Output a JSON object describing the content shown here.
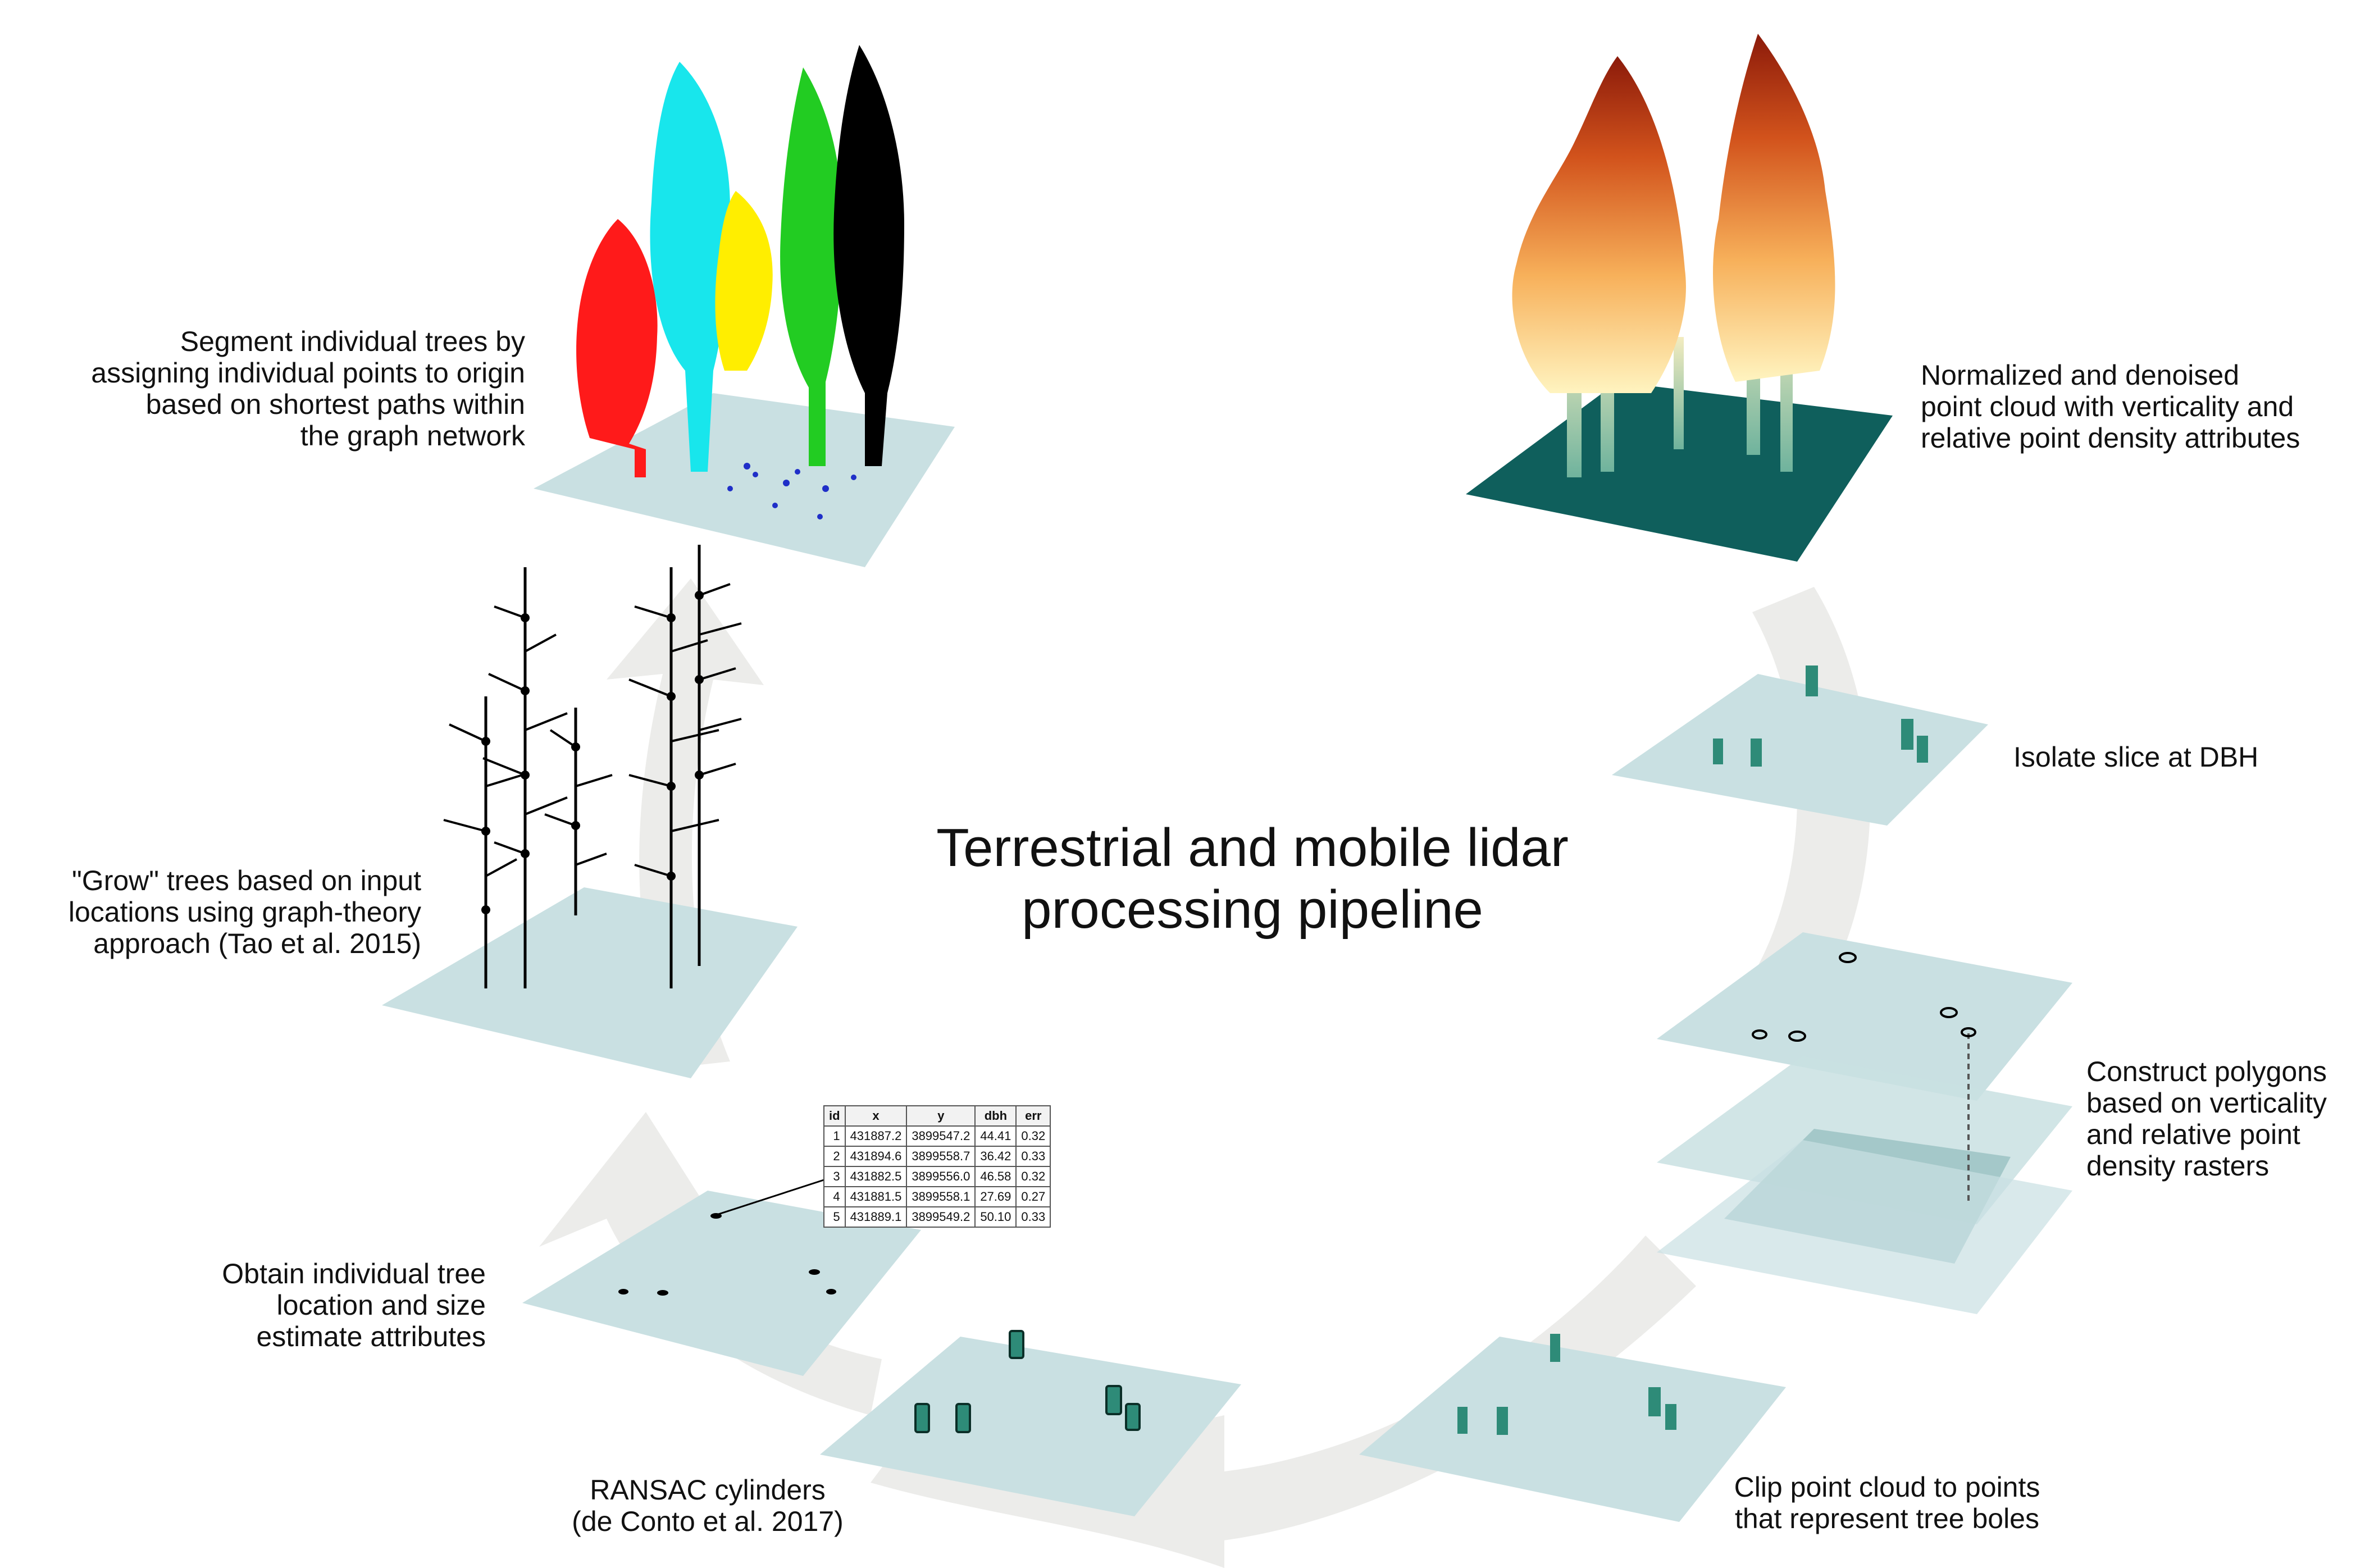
{
  "title_lines": [
    "Terrestrial and mobile lidar",
    "processing pipeline"
  ],
  "steps": [
    {
      "id": "normalize",
      "lines": [
        "Normalized and denoised",
        "point cloud with verticality and",
        "relative point density attributes"
      ]
    },
    {
      "id": "slice",
      "lines": [
        "Isolate slice at DBH"
      ]
    },
    {
      "id": "polygons",
      "lines": [
        "Construct polygons",
        "based on verticality",
        "and relative point",
        "density rasters"
      ]
    },
    {
      "id": "clip",
      "lines": [
        "Clip point cloud to points",
        "that represent tree boles"
      ]
    },
    {
      "id": "ransac",
      "lines": [
        "RANSAC cylinders",
        "(de Conto et al. 2017)"
      ]
    },
    {
      "id": "obtain",
      "lines": [
        "Obtain individual tree",
        "location and size",
        "estimate attributes"
      ]
    },
    {
      "id": "grow",
      "lines": [
        "\"Grow\" trees based on input",
        "locations using graph-theory",
        "approach (Tao et al. 2015)"
      ]
    },
    {
      "id": "segment",
      "lines": [
        "Segment individual trees by",
        "assigning individual points to origin",
        "based on shortest paths within",
        "the graph network"
      ]
    }
  ],
  "table": {
    "headers": [
      "id",
      "x",
      "y",
      "dbh",
      "err"
    ],
    "rows": [
      [
        "1",
        "431887.2",
        "3899547.2",
        "44.41",
        "0.32"
      ],
      [
        "2",
        "431894.6",
        "3899558.7",
        "36.42",
        "0.33"
      ],
      [
        "3",
        "431882.5",
        "3899556.0",
        "46.58",
        "0.32"
      ],
      [
        "4",
        "431881.5",
        "3899558.1",
        "27.69",
        "0.27"
      ],
      [
        "5",
        "431889.1",
        "3899549.2",
        "50.10",
        "0.33"
      ]
    ]
  },
  "colors": {
    "plane": "#c9e0e2",
    "plane_dark": "#0f5f5c",
    "arrow": "#ececea",
    "bole": "#2e8b78",
    "cyan": "#18e6ec",
    "red": "#ff1a1a",
    "yellow": "#ffee00",
    "green": "#22cc22",
    "black": "#000000",
    "blue": "#1f2fc8"
  }
}
